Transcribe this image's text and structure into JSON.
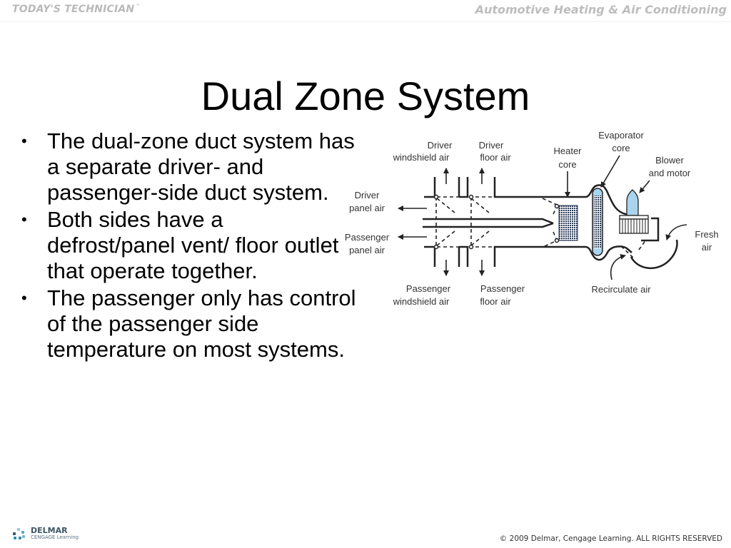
{
  "header": {
    "left_brand": "TODAY'S TECHNICIAN",
    "left_brand_tm": "™",
    "right_subject": "Automotive Heating & Air Conditioning"
  },
  "slide": {
    "title": "Dual Zone System",
    "bullets": [
      "The dual-zone duct system has a separate driver- and passenger-side duct system.",
      "Both sides have a defrost/panel vent/ floor outlet that operate together.",
      "The passenger only has control of the passenger side temperature on most systems."
    ],
    "bullet_icon": "bullet-dot-icon"
  },
  "diagram": {
    "labels": {
      "driver_windshield_1": "Driver",
      "driver_windshield_2": "windshield air",
      "driver_floor_1": "Driver",
      "driver_floor_2": "floor air",
      "heater_core_1": "Heater",
      "heater_core_2": "core",
      "evaporator_core_1": "Evaporator",
      "evaporator_core_2": "core",
      "blower_1": "Blower",
      "blower_2": "and motor",
      "driver_panel_1": "Driver",
      "driver_panel_2": "panel air",
      "passenger_panel_1": "Passenger",
      "passenger_panel_2": "panel air",
      "fresh_air_1": "Fresh",
      "fresh_air_2": "air",
      "passenger_windshield_1": "Passenger",
      "passenger_windshield_2": "windshield air",
      "passenger_floor_1": "Passenger",
      "passenger_floor_2": "floor air",
      "recirculate": "Recirculate air"
    },
    "colors": {
      "line": "#222222",
      "core_fill": "#a9d4ee",
      "grid": "#2b3a55"
    }
  },
  "footer": {
    "logo_name": "DELMAR",
    "logo_sub": "CENGAGE Learning",
    "copyright": "© 2009 Delmar, Cengage Learning. ALL RIGHTS RESERVED"
  }
}
